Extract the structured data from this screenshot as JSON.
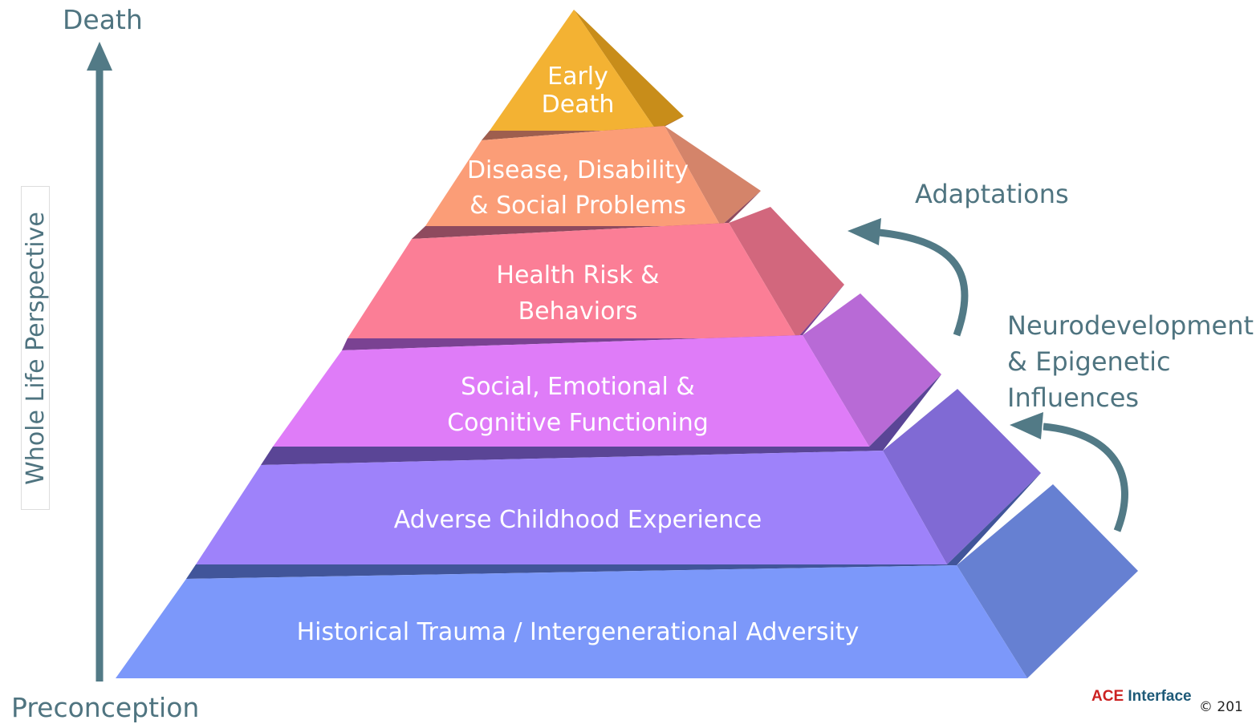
{
  "axis": {
    "top_label": "Death",
    "bottom_label": "Preconception",
    "side_label": "Whole Life Perspective",
    "color": "#527a86"
  },
  "tiers": [
    {
      "lines": [
        "Early",
        "Death"
      ],
      "front": "#f3b233",
      "side": "#c88d1a",
      "shadow": "#b07818"
    },
    {
      "lines": [
        "Disease, Disability",
        "& Social Problems"
      ],
      "front": "#fb9d77",
      "side": "#d4846a",
      "shadow": "#9e5e4e"
    },
    {
      "lines": [
        "Health Risk &",
        "Behaviors"
      ],
      "front": "#fb7e96",
      "side": "#d2677d",
      "shadow": "#8e4a5e"
    },
    {
      "lines": [
        "Social, Emotional &",
        "Cognitive Functioning"
      ],
      "front": "#df7cf8",
      "side": "#b86ad6",
      "shadow": "#7a4292"
    },
    {
      "lines": [
        "Adverse Childhood Experience"
      ],
      "front": "#9e82fa",
      "side": "#806ad4",
      "shadow": "#5a4596"
    },
    {
      "lines": [
        "Historical Trauma / Intergenerational Adversity"
      ],
      "front": "#7c98fa",
      "side": "#6680d2",
      "shadow": "#41559a"
    }
  ],
  "annotations": {
    "adaptations": "Adaptations",
    "neuro": "Neurodevelopment\n& Epigenetic\nInfluences",
    "arrow_color": "#527a86"
  },
  "footer": {
    "logo_ace": "ACE",
    "logo_interface": " Interface",
    "copyright": "© 201"
  }
}
